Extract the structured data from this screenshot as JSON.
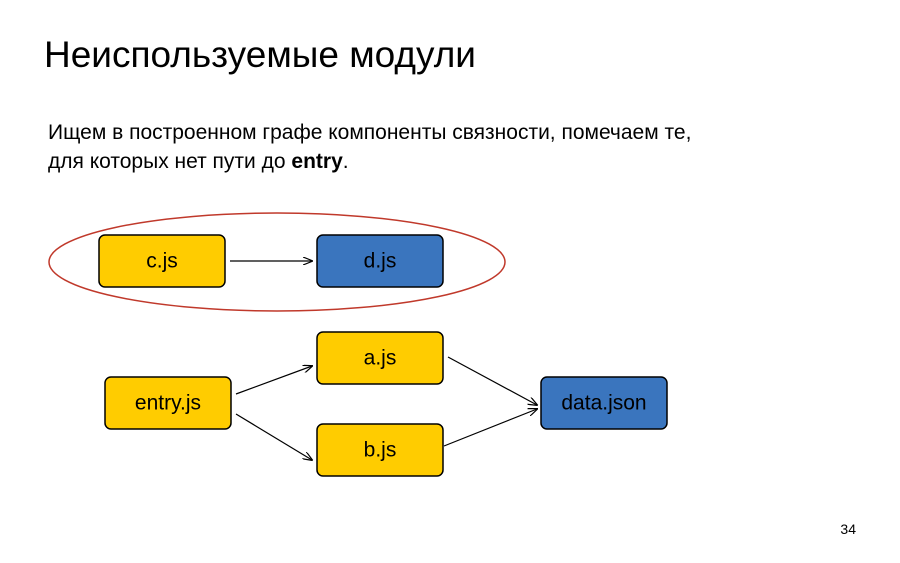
{
  "slide": {
    "title": "Неиспользуемые модули",
    "text_line1": "Ищем в построенном графе компоненты связности, помечаем те,",
    "text_line2_prefix": "для которых нет пути до ",
    "text_line2_keyword": "entry",
    "text_line2_suffix": ".",
    "page_number": "34"
  },
  "diagram": {
    "colors": {
      "module": "#FFCC00",
      "data": "#3A75BE",
      "highlight": "#C0392B"
    },
    "nodes": [
      {
        "id": "c",
        "label": "c.js",
        "kind": "module"
      },
      {
        "id": "d",
        "label": "d.js",
        "kind": "data"
      },
      {
        "id": "entry",
        "label": "entry.js",
        "kind": "module"
      },
      {
        "id": "a",
        "label": "a.js",
        "kind": "module"
      },
      {
        "id": "b",
        "label": "b.js",
        "kind": "module"
      },
      {
        "id": "data",
        "label": "data.json",
        "kind": "data"
      }
    ],
    "edges": [
      {
        "from": "c",
        "to": "d"
      },
      {
        "from": "entry",
        "to": "a"
      },
      {
        "from": "entry",
        "to": "b"
      },
      {
        "from": "a",
        "to": "data"
      },
      {
        "from": "b",
        "to": "data"
      }
    ],
    "highlighted_component": [
      "c",
      "d"
    ]
  }
}
